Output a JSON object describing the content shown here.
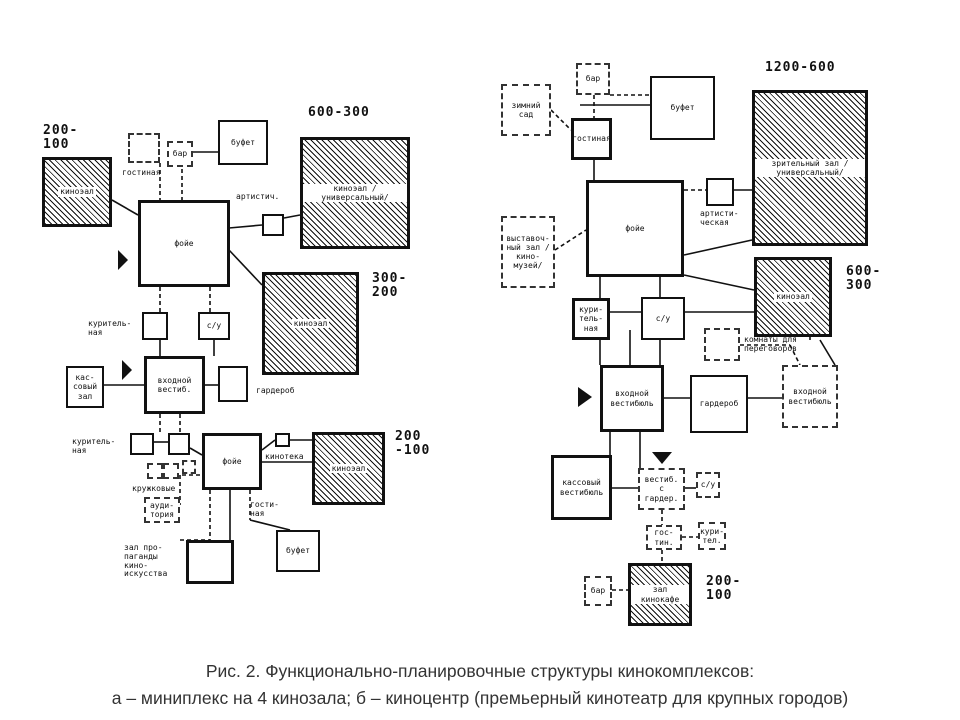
{
  "diagram_a": {
    "rooms": {
      "kinozal1": "киноэал",
      "gostinaya": "гостиная",
      "bar": "бар",
      "bufet": "буфет",
      "foye": "фойе",
      "artistich": "артистич.",
      "kinozal_univ": "киноэал\n/универсальный/",
      "kuritelnaya1": "куритель-\nная",
      "su": "с/у",
      "kinozal3": "киноэал",
      "kassovy_zal": "кас-\nсовый\nзал",
      "vhodnoy_vestibyul": "входной\nвестиб.",
      "garderob": "гардероб",
      "kuritelnaya2": "куритель-\nная",
      "foye2": "фойе",
      "kinoteka": "кинотека",
      "kinozal4": "киноэал",
      "kruzhkovye": "кружковые",
      "auditoriya": "ауди-\nтория",
      "gostinaya2": "гости-\nная",
      "bufet2": "буфет",
      "zal_propagandy": "зал про-\nпаганды\nкино-\nискусства"
    },
    "capacities": {
      "c1": "200-\n100",
      "c2": "600-300",
      "c3": "300-\n200",
      "c4": "200\n-100"
    }
  },
  "diagram_b": {
    "rooms": {
      "bar": "бар",
      "zimniy_sad": "зимний\nсад",
      "gostinaya": "гостиная",
      "bufet": "буфет",
      "zritelny_zal": "зрительный зал\n/универсальный/",
      "foye": "фойе",
      "artisticheskaya": "артисти-\nческая",
      "vystavochny_zal": "выставоч-\nный зал\n/кино-\nмузей/",
      "kinozal": "киноэал",
      "kuritelnaya": "кури-\nтель-\nная",
      "su": "с/у",
      "komnaty_peregovorov": "комнаты для\nпереговоров",
      "vhodnoy_vestibyul": "входной\nвестибюль",
      "garderob": "гардероб",
      "vhodnoy_vestibyul2": "входной\nвестибюль",
      "kassovy_vestibyul": "кассовый\nвестибюль",
      "vestib_garderob": "вестиб.\nс\nгардер.",
      "su2": "с/у",
      "gostinaya2": "гос-\nтин.",
      "kuritelnaya2": "кури-\nтел.",
      "bar2": "бар",
      "zal_kinokafe": "зал\nкинокафе"
    },
    "capacities": {
      "c1": "1200-600",
      "c2": "600-\n300",
      "c3": "200-\n100"
    }
  },
  "caption": {
    "line1": "Рис. 2. Функционально-планировочные структуры кинокомплексов:",
    "line2": "а – миниплекс на 4 кинозала; б – киноцентр (премьерный кинотеатр для крупных городов)"
  }
}
